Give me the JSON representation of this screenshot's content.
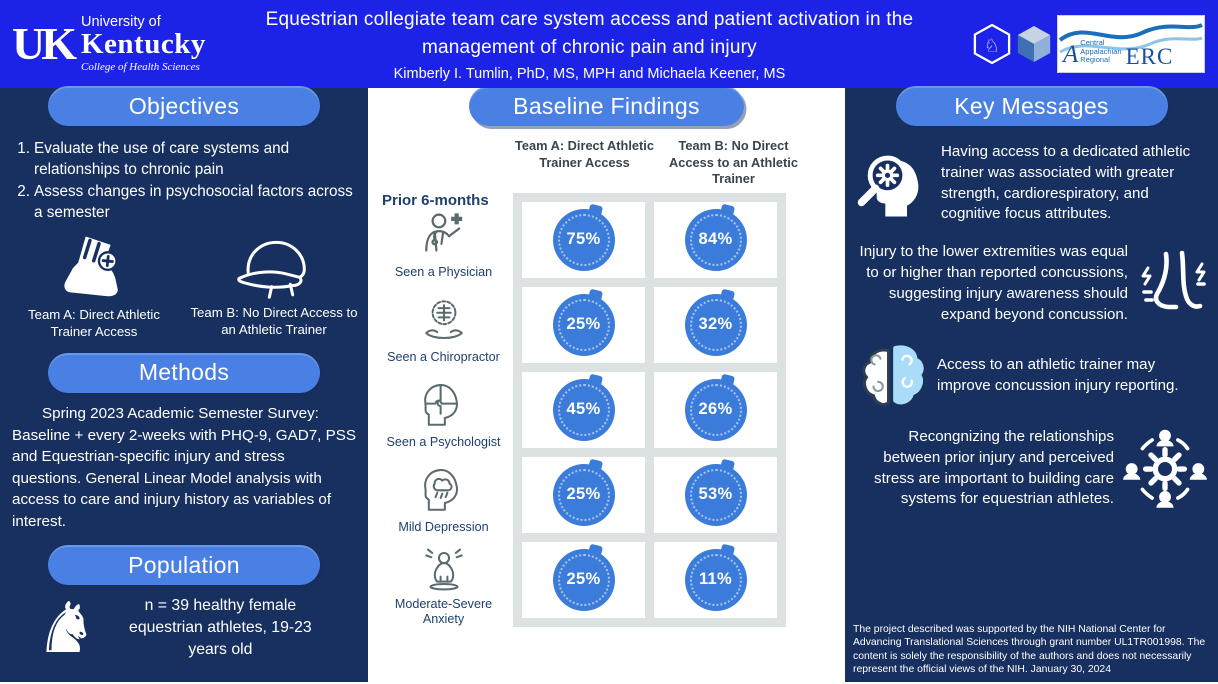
{
  "colors": {
    "header_blue": "#1c23e6",
    "navy": "#17305f",
    "pill_blue": "#4a80e4",
    "donut_blue": "#3b7cdb",
    "table_gray": "#dce2e1",
    "row_icon_gray": "#5b6a6e",
    "label_navy": "#1e4070",
    "brain_light_blue": "#a8dcf8"
  },
  "icons": {
    "horse_glyph": "♞",
    "hex_horse_glyph": "♘",
    "team_a_icon": "ankle-brace-boot-icon",
    "team_b_icon": "equestrian-helmet-icon",
    "row_icons": [
      "physician-icon",
      "chiropractor-spine-hand-icon",
      "psychologist-puzzle-head-icon",
      "depression-rain-head-icon",
      "anxiety-person-icon"
    ],
    "message_icons": [
      "head-magnifier-gear-icon",
      "legs-pain-icon",
      "brain-two-tone-icon",
      "care-network-icon"
    ]
  },
  "header": {
    "uk_logo": {
      "monogram": "UK",
      "name_line1": "University of",
      "name_line2": "Kentucky",
      "college": "College of Health Sciences"
    },
    "title": "Equestrian collegiate team care system access and patient activation in the management of chronic pain and injury",
    "authors": "Kimberly I. Tumlin, PhD, MS, MPH and Michaela Keener, MS",
    "erc_logo": {
      "line1": "Central",
      "line2": "Appalachian",
      "line3": "Regional",
      "acronym": "ERC"
    }
  },
  "objectives": {
    "heading": "Objectives",
    "item1_num": "1.",
    "item1": "Evaluate the use of care systems and relationships to chronic pain",
    "item2_num": "2.",
    "item2": "Assess changes in psychosocial factors across a semester",
    "team_a_label": "Team A: Direct Athletic Trainer Access",
    "team_b_label": "Team B: No Direct Access to an Athletic Trainer"
  },
  "methods": {
    "heading": "Methods",
    "text": "Spring 2023 Academic Semester Survey: Baseline + every 2-weeks with PHQ-9, GAD7, PSS and Equestrian-specific injury and stress questions. General Linear Model analysis with access to care and injury history as variables of interest."
  },
  "population": {
    "heading": "Population",
    "text": "n = 39 healthy female equestrian athletes, 19-23 years old"
  },
  "baseline": {
    "heading": "Baseline Findings",
    "col_a_header": "Team A: Direct Athletic Trainer Access",
    "col_b_header": "Team B: No Direct Access to an Athletic Trainer",
    "period_label": "Prior 6-months",
    "rows": [
      {
        "label": "Seen a Physician",
        "a": "75%",
        "b": "84%"
      },
      {
        "label": "Seen a Chiropractor",
        "a": "25%",
        "b": "32%"
      },
      {
        "label": "Seen a Psychologist",
        "a": "45%",
        "b": "26%"
      },
      {
        "label": "Mild Depression",
        "a": "25%",
        "b": "53%"
      },
      {
        "label": "Moderate-Severe Anxiety",
        "a": "25%",
        "b": "11%"
      }
    ]
  },
  "chart_data": {
    "type": "donut",
    "title": "Baseline Findings",
    "period": "Prior 6-months",
    "unit": "percent",
    "categories": [
      "Seen a Physician",
      "Seen a Chiropractor",
      "Seen a Psychologist",
      "Mild Depression",
      "Moderate-Severe Anxiety"
    ],
    "series": [
      {
        "name": "Team A: Direct Athletic Trainer Access",
        "values": [
          75,
          25,
          45,
          25,
          25
        ]
      },
      {
        "name": "Team B: No Direct Access to an Athletic Trainer",
        "values": [
          84,
          32,
          26,
          53,
          11
        ]
      }
    ]
  },
  "key_messages": {
    "heading": "Key Messages",
    "messages": [
      {
        "text": "Having access to a dedicated athletic trainer was associated with greater strength, cardiorespiratory, and cognitive focus attributes.",
        "icon": "head-magnifier-gear-icon",
        "align": "left"
      },
      {
        "text": "Injury to the lower extremities was equal to or higher than reported concussions, suggesting injury awareness should expand beyond concussion.",
        "icon": "legs-pain-icon",
        "align": "right"
      },
      {
        "text": "Access to an athletic trainer may improve concussion injury reporting.",
        "icon": "brain-two-tone-icon",
        "align": "left"
      },
      {
        "text": "Recongnizing the relationships between prior injury and perceived stress are important to building care systems for equestrian athletes.",
        "icon": "care-network-icon",
        "align": "right"
      }
    ],
    "footer": "The project described was supported by the NIH National Center for Advancing Translational Sciences through grant number UL1TR001998.  The content is solely the responsibility of the authors and does not necessarily represent the official views of the NIH. January 30, 2024"
  }
}
